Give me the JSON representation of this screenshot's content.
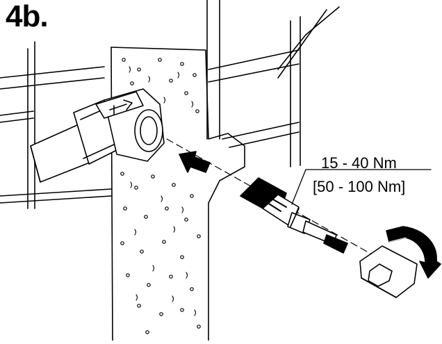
{
  "figure": {
    "step_label": "4b.",
    "torque_primary": "15 - 40 Nm",
    "torque_secondary": "[50 - 100 Nm]",
    "colors": {
      "ink": "#000000",
      "paper": "#ffffff"
    },
    "icons": [
      "insert-arrow-icon",
      "rotate-arrow-icon",
      "flow-arrow-icon"
    ]
  }
}
